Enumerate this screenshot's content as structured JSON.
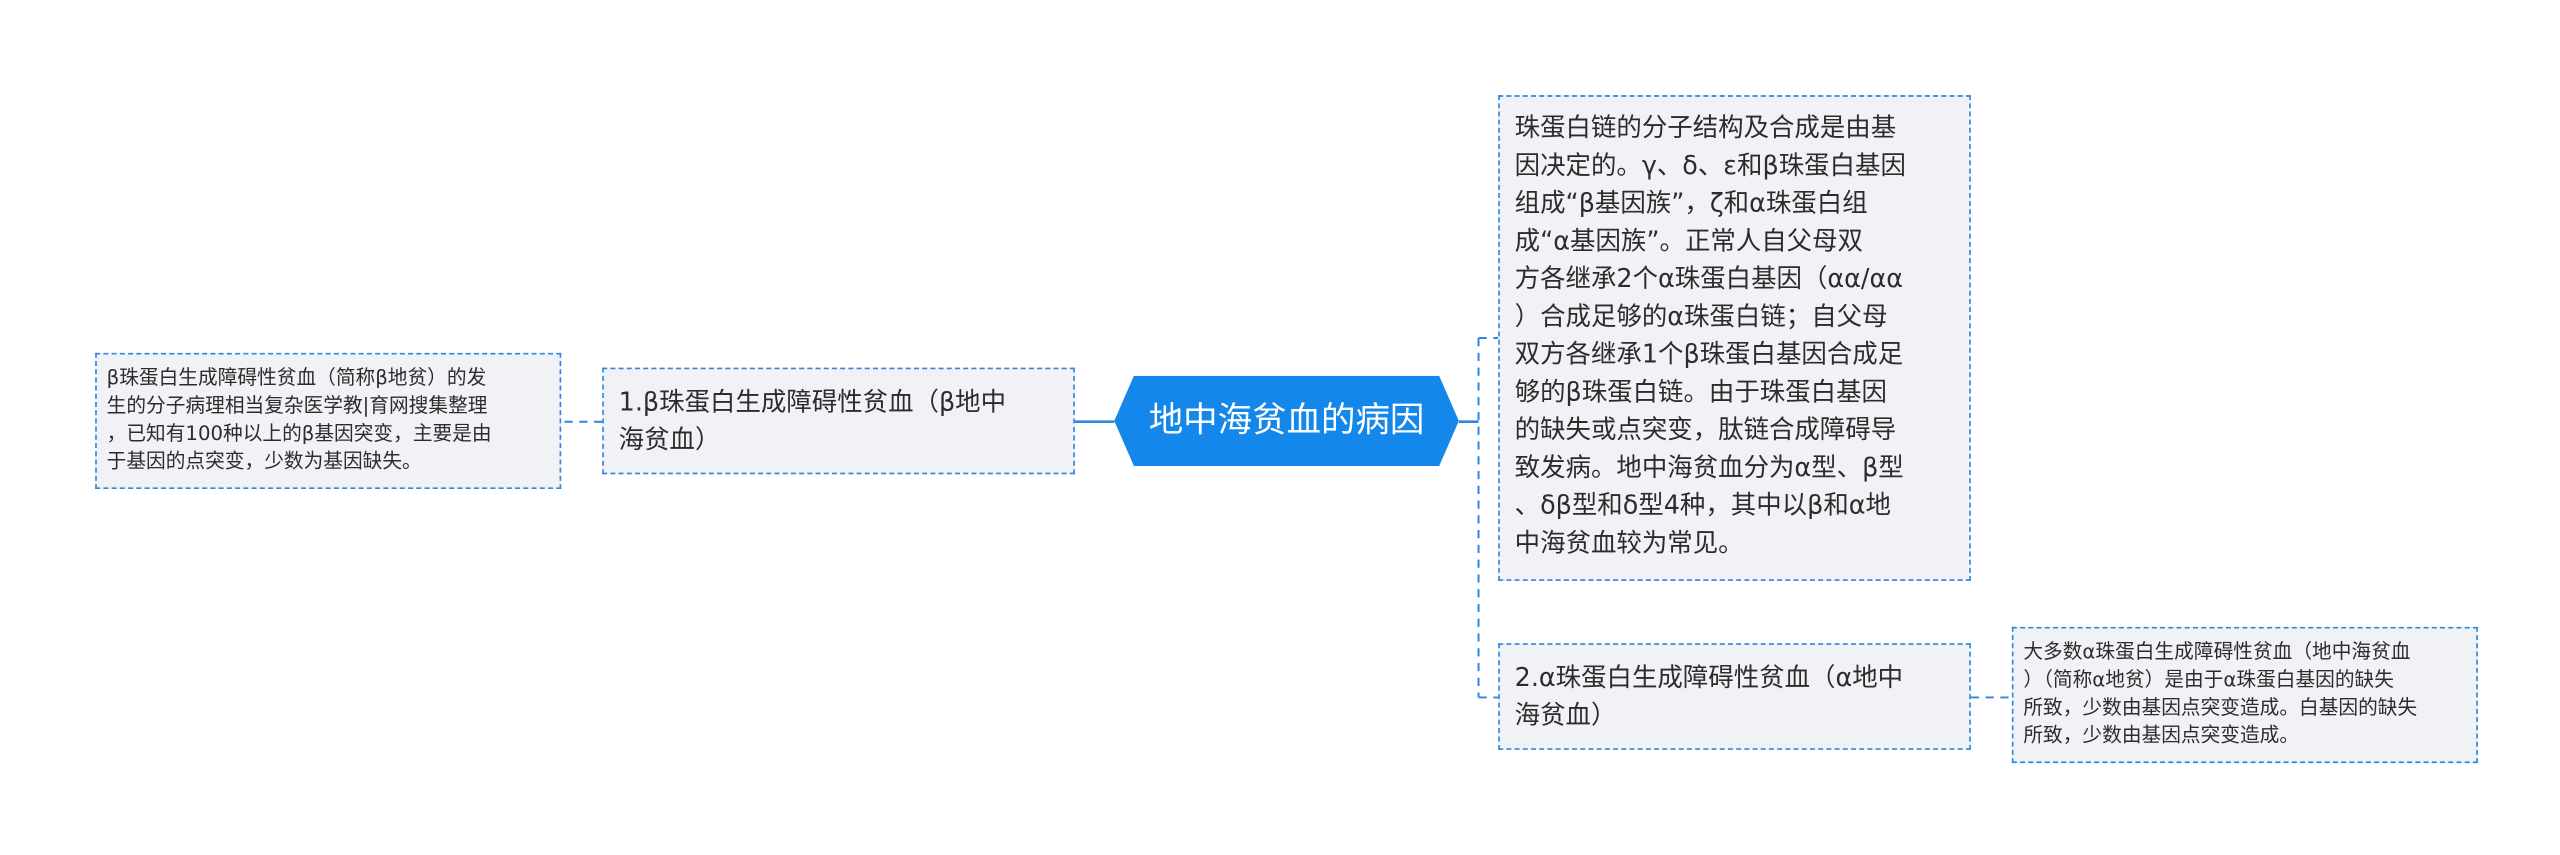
{
  "root": {
    "title": "地中海贫血的病因"
  },
  "left": {
    "branch_title": "1.β珠蛋白生成障碍性贫血（β地中\n海贫血）",
    "detail": "β珠蛋白生成障碍性贫血（简称β地贫）的发\n生的分子病理相当复杂医学教|育网搜集整理\n，已知有100种以上的β基因突变，主要是由\n于基因的点突变，少数为基因缺失。"
  },
  "right": {
    "intro": "珠蛋白链的分子结构及合成是由基\n因决定的。γ、δ、ε和β珠蛋白基因\n组成“β基因族”，ζ和α珠蛋白组\n成“α基因族”。正常人自父母双\n方各继承2个α珠蛋白基因（αα/αα\n）合成足够的α珠蛋白链；自父母\n双方各继承1个β珠蛋白基因合成足\n够的β珠蛋白链。由于珠蛋白基因\n的缺失或点突变，肽链合成障碍导\n致发病。地中海贫血分为α型、β型\n、δβ型和δ型4种，其中以β和α地\n中海贫血较为常见。",
    "branch_title": "2.α珠蛋白生成障碍性贫血（α地中\n海贫血）",
    "detail": "大多数α珠蛋白生成障碍性贫血（地中海贫血\n）（简称α地贫）是由于α珠蛋白基因的缺失\n所致，少数由基因点突变造成。白基因的缺失\n所致，少数由基因点突变造成。"
  },
  "colors": {
    "root_fill": "#1487ea",
    "node_fill": "#f0f2f5",
    "border": "#2f86e0",
    "connector": "#2f86e0",
    "text": "#2c2c2c"
  }
}
